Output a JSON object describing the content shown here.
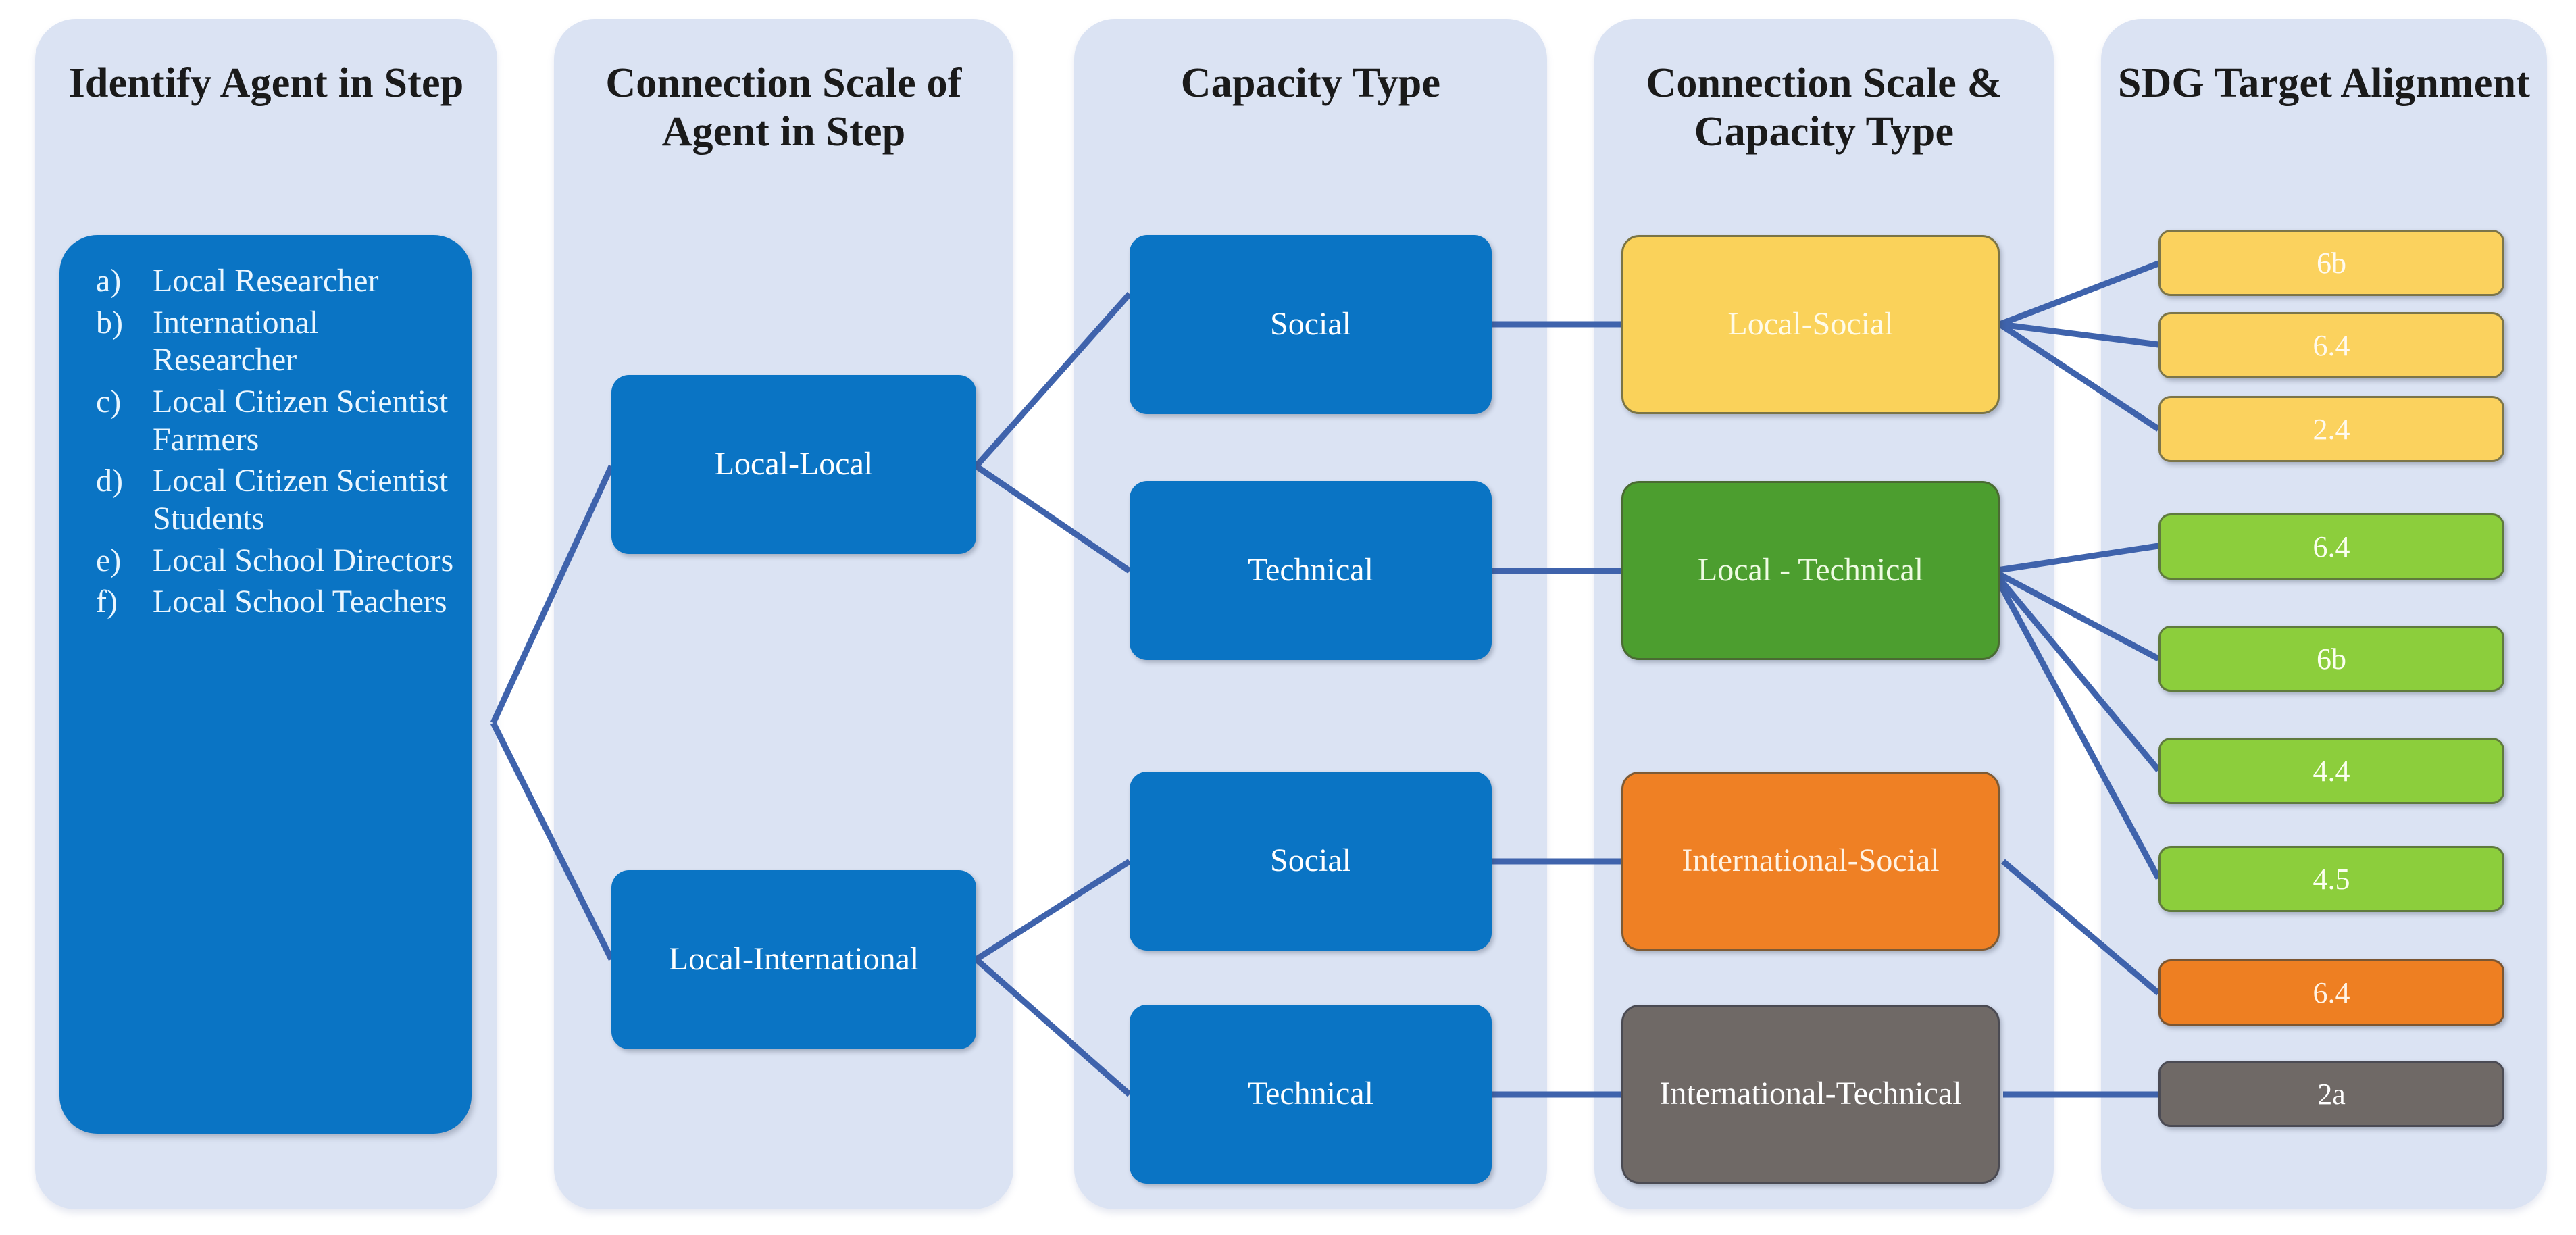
{
  "columns": [
    {
      "id": "identify-agent",
      "title": "Identify Agent in Step"
    },
    {
      "id": "connection-scale",
      "title": "Connection Scale of Agent in Step"
    },
    {
      "id": "capacity-type",
      "title": "Capacity Type"
    },
    {
      "id": "scale-and-capacity",
      "title": "Connection Scale & Capacity Type"
    },
    {
      "id": "sdg-target",
      "title": "SDG Target Alignment"
    }
  ],
  "agents": [
    {
      "marker": "a)",
      "label": "Local Researcher"
    },
    {
      "marker": "b)",
      "label": "International Researcher"
    },
    {
      "marker": "c)",
      "label": "Local Citizen Scientist Farmers"
    },
    {
      "marker": "d)",
      "label": "Local Citizen Scientist Students"
    },
    {
      "marker": "e)",
      "label": "Local School Directors"
    },
    {
      "marker": "f)",
      "label": "Local School Teachers"
    }
  ],
  "connection_scales": [
    {
      "id": "local-local",
      "label": "Local-Local"
    },
    {
      "id": "local-international",
      "label": "Local-International"
    }
  ],
  "capacity_types": [
    {
      "id": "social-local",
      "label": "Social"
    },
    {
      "id": "technical-local",
      "label": "Technical"
    },
    {
      "id": "social-international",
      "label": "Social"
    },
    {
      "id": "technical-international",
      "label": "Technical"
    }
  ],
  "combinations": [
    {
      "id": "local-social",
      "label": "Local-Social",
      "color": "#fad25a"
    },
    {
      "id": "local-technical",
      "label": "Local - Technical",
      "color": "#4c9e2f"
    },
    {
      "id": "international-social",
      "label": "International-Social",
      "color": "#ef8024"
    },
    {
      "id": "international-technical",
      "label": "International-Technical",
      "color": "#6f6966"
    }
  ],
  "sdg_targets": [
    {
      "id": "y1",
      "label": "6b",
      "group": "local-social",
      "color": "#fbd25e"
    },
    {
      "id": "y2",
      "label": "6.4",
      "group": "local-social",
      "color": "#fbd25e"
    },
    {
      "id": "y3",
      "label": "2.4",
      "group": "local-social",
      "color": "#fbd25e"
    },
    {
      "id": "g1",
      "label": "6.4",
      "group": "local-technical",
      "color": "#8cce3c"
    },
    {
      "id": "g2",
      "label": "6b",
      "group": "local-technical",
      "color": "#8cce3c"
    },
    {
      "id": "g3",
      "label": "4.4",
      "group": "local-technical",
      "color": "#8cce3c"
    },
    {
      "id": "g4",
      "label": "4.5",
      "group": "local-technical",
      "color": "#8cce3c"
    },
    {
      "id": "o1",
      "label": "6.4",
      "group": "international-social",
      "color": "#ee7f22"
    },
    {
      "id": "k1",
      "label": "2a",
      "group": "international-technical",
      "color": "#6f6966"
    }
  ],
  "palette": {
    "panel_background": "#dbe3f3",
    "node_blue": "#0a74c4",
    "connector": "#3f63ac",
    "page_background": "#ffffff"
  }
}
